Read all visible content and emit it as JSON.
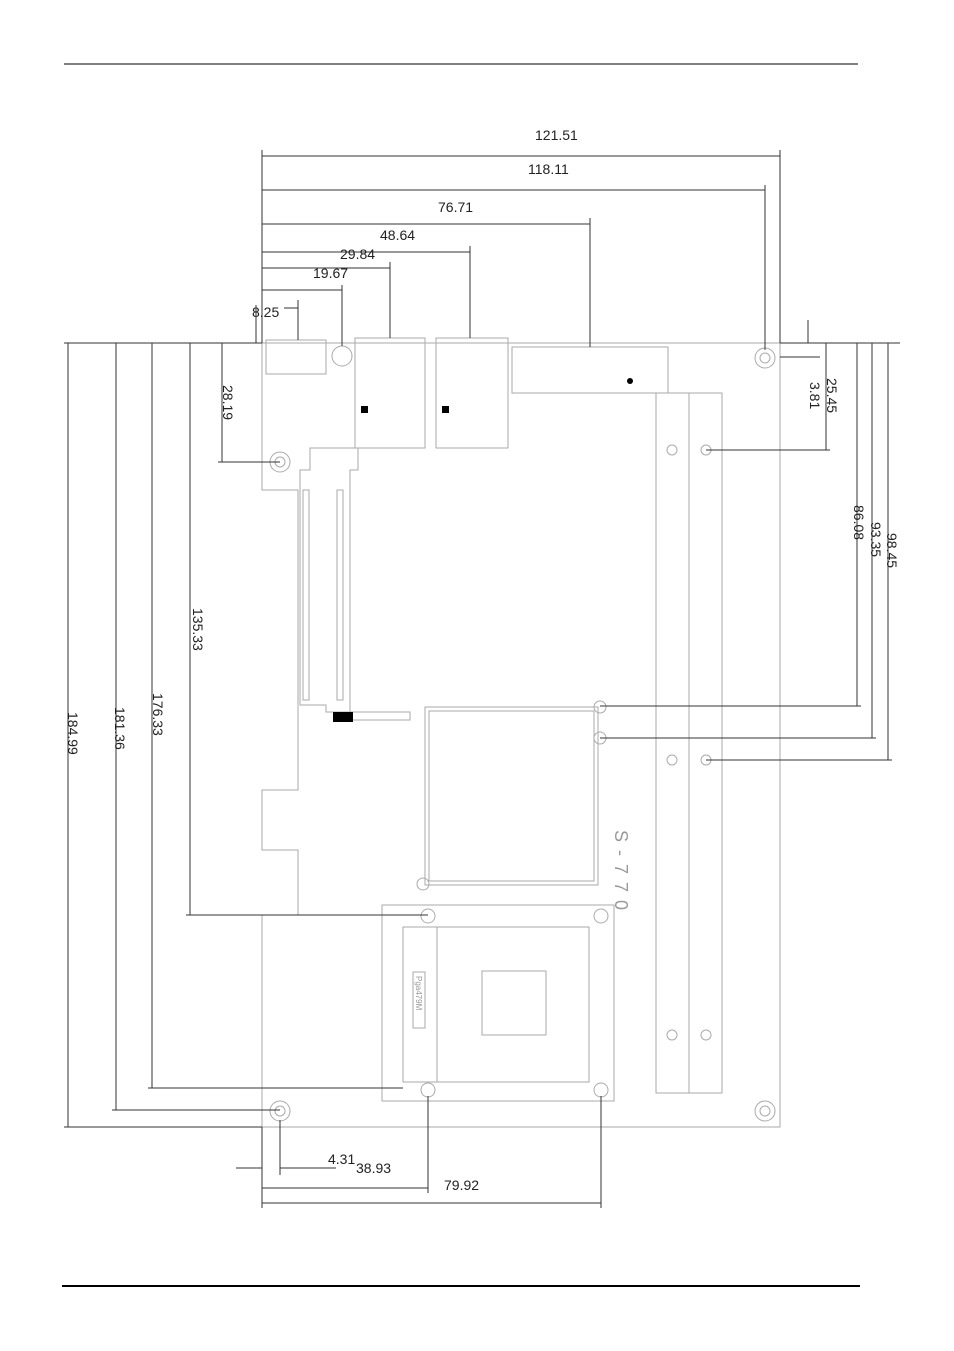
{
  "diagram": {
    "horizontal_dims": [
      "121.51",
      "118.11",
      "76.71",
      "48.64",
      "29.84",
      "19.67",
      "8.25"
    ],
    "left_dims": [
      "184.99",
      "181.36",
      "176.33",
      "135.33",
      "28.19"
    ],
    "right_dims": [
      "3.81",
      "25.45",
      "86.08",
      "93.35",
      "98.45"
    ],
    "bottom_dims": [
      "4.31",
      "38.93",
      "79.92"
    ],
    "board_marks": {
      "socket_label": "Pga479M",
      "model_label": "S-770"
    }
  }
}
